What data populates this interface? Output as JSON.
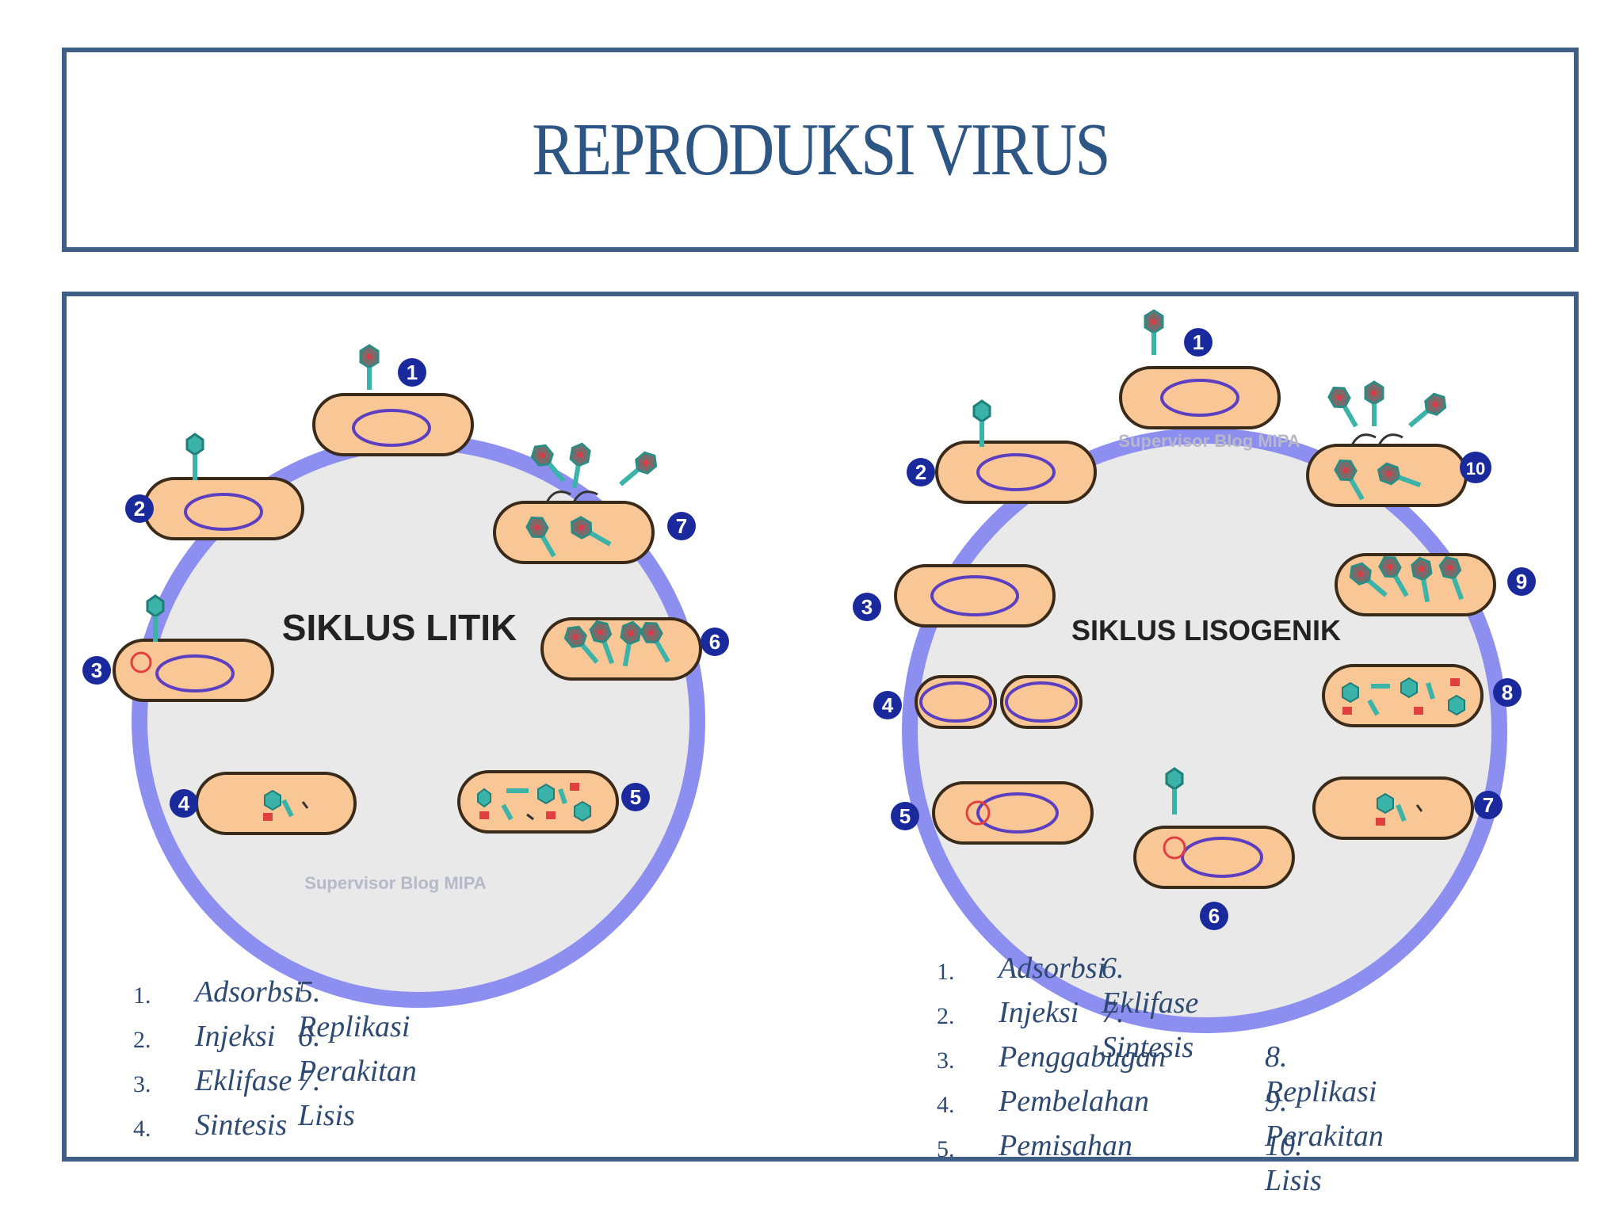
{
  "title": "REPRODUKSI VIRUS",
  "litik": {
    "heading": "SIKLUS LITIK",
    "watermark": "Supervisor Blog MIPA",
    "badges": [
      "1",
      "2",
      "3",
      "4",
      "5",
      "6",
      "7"
    ],
    "legend": [
      {
        "num": "1.",
        "label": "Adsorbsi",
        "right": "5. Replikasi"
      },
      {
        "num": "2.",
        "label": "Injeksi",
        "right": "6. Perakitan"
      },
      {
        "num": "3.",
        "label": "Eklifase",
        "right": "7. Lisis"
      },
      {
        "num": "4.",
        "label": "Sintesis",
        "right": ""
      }
    ]
  },
  "lisogenik": {
    "heading": "SIKLUS LISOGENIK",
    "watermark": "Supervisor Blog MIPA",
    "badges": [
      "1",
      "2",
      "3",
      "4",
      "5",
      "6",
      "7",
      "8",
      "9",
      "10"
    ],
    "legend": [
      {
        "num": "1.",
        "label": "Adsorbsi",
        "right": "6. Eklifase"
      },
      {
        "num": "2.",
        "label": "Injeksi",
        "right": "7. Sintesis"
      },
      {
        "num": "3.",
        "label": "Penggabugan",
        "right": "8. Replikasi"
      },
      {
        "num": "4.",
        "label": "Pembelahan",
        "right": "9. Perakitan"
      },
      {
        "num": "5.",
        "label": "Pemisahan",
        "right": "10. Lisis"
      }
    ]
  },
  "colors": {
    "frame": "#3f5f87",
    "title": "#2e5685",
    "ring": "#8d8ff0",
    "cell_fill": "#f9c796",
    "cell_stroke": "#3a2a1a",
    "dna": "#5b3fc0",
    "phage": "#3bb3a8",
    "phage_head": "#7a6a6a",
    "badge": "#1a2a9c",
    "legend_text": "#2e4a73"
  }
}
